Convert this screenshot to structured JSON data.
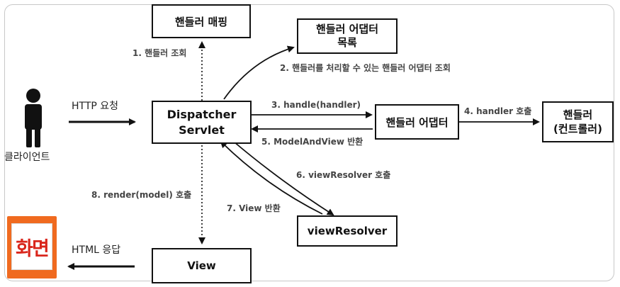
{
  "boxes": {
    "handler_mapping": "핸들러 매핑",
    "handler_adapter_list_line1": "핸들러 어댑터",
    "handler_adapter_list_line2": "목록",
    "dispatcher_line1": "Dispatcher",
    "dispatcher_line2": "Servlet",
    "handler_adapter": "핸들러 어댑터",
    "handler_line1": "핸들러",
    "handler_line2": "(컨트롤러)",
    "view_resolver": "viewResolver",
    "view": "View"
  },
  "labels": {
    "step1": "1. 핸들러 조회",
    "step2": "2. 핸들러를 처리할 수 있는 핸들러 어댑터 조회",
    "step3": "3. handle(handler)",
    "step4": "4. handler 호출",
    "step5": "5. ModelAndView 반환",
    "step6": "6. viewResolver 호출",
    "step7": "7. View 반환",
    "step8": "8. render(model) 호출",
    "http_request": "HTTP 요청",
    "html_response": "HTML 응답"
  },
  "actors": {
    "client": "클라이언트",
    "screen": "화면"
  }
}
